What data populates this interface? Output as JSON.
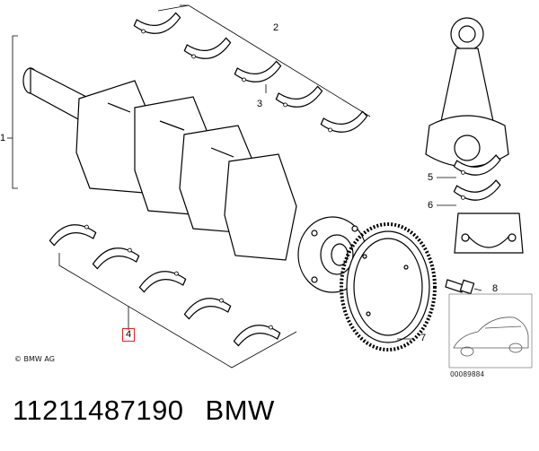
{
  "callouts": {
    "c1": "1",
    "c2": "2",
    "c3": "3",
    "c4": "4",
    "c5": "5",
    "c6": "6",
    "c7": "7",
    "c8": "8"
  },
  "copyright": "© BMW AG",
  "image_number": "00089884",
  "caption": {
    "part_number": "11211487190",
    "brand": "BMW"
  },
  "colors": {
    "line": "#000000",
    "highlight_box": "#dd2222",
    "background": "#ffffff"
  }
}
